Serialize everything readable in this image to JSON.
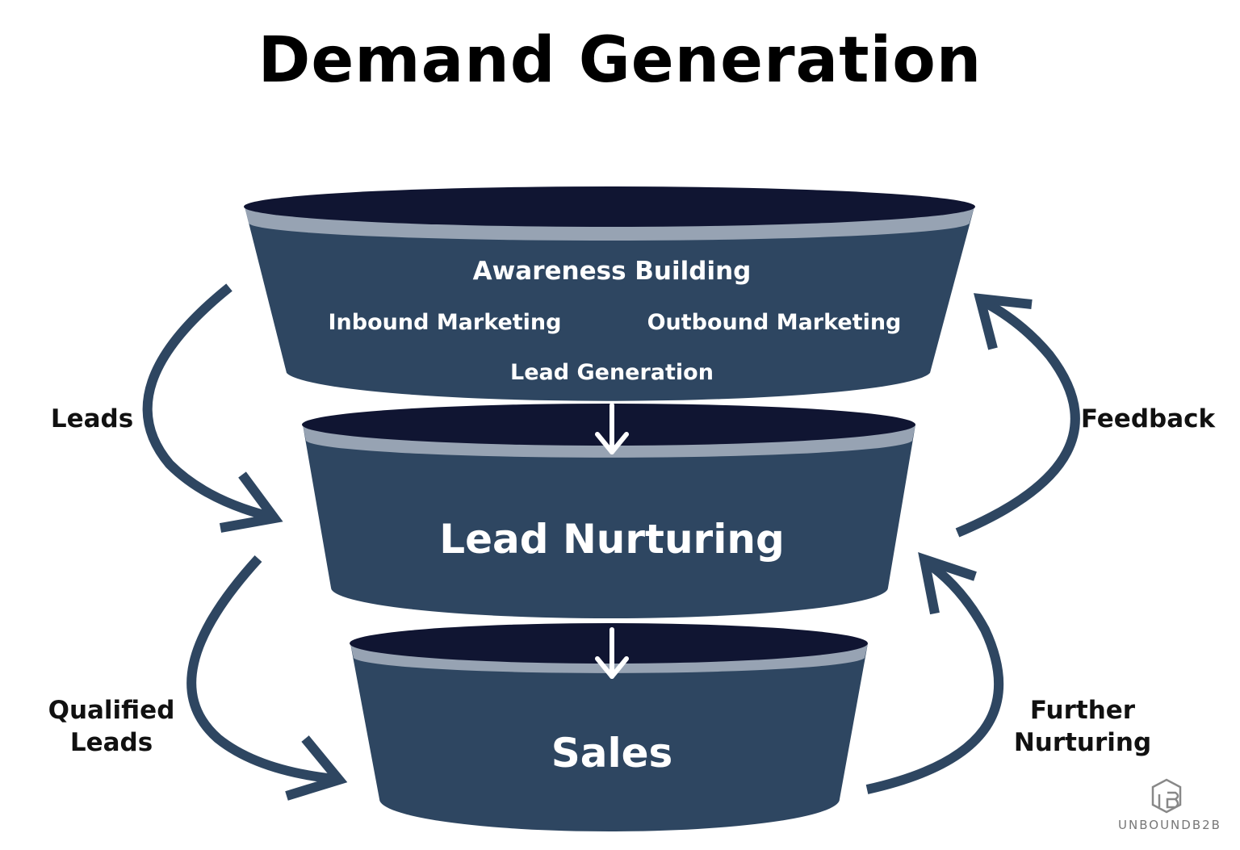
{
  "title": "Demand Generation",
  "colors": {
    "segment_body": "#2e4661",
    "segment_top": "#101532",
    "segment_rim": "#97a3b3",
    "arrow": "#2e4661",
    "text_on_segment": "#ffffff"
  },
  "funnel": {
    "awareness": {
      "heading": "Awareness Building",
      "inbound": "Inbound Marketing",
      "outbound": "Outbound Marketing",
      "lead_generation": "Lead Generation"
    },
    "nurturing": {
      "label": "Lead Nurturing"
    },
    "sales": {
      "label": "Sales"
    }
  },
  "flows": {
    "leads": "Leads",
    "feedback": "Feedback",
    "qualified_leads_line1": "Qualified",
    "qualified_leads_line2": "Leads",
    "further_nurturing_line1": "Further",
    "further_nurturing_line2": "Nurturing"
  },
  "brand": {
    "text": "UNBOUNDB2B",
    "icon": "unboundb2b-logo-icon"
  }
}
